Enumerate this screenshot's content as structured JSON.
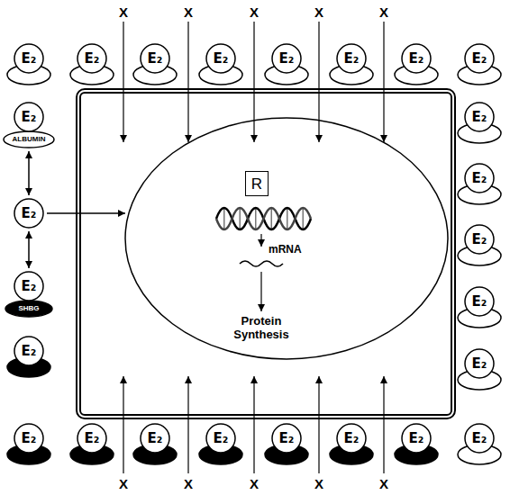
{
  "diagram": {
    "nodes": [
      {
        "text": [
          "E₂"
        ]
      },
      {
        "text": [
          "E₂"
        ]
      },
      {
        "text": [
          "E₂"
        ]
      },
      {
        "text": [
          "E₂"
        ]
      },
      {
        "text": [
          "E₂"
        ]
      },
      {
        "text": [
          "E₂"
        ]
      },
      {
        "text": [
          "E₂"
        ]
      },
      {
        "text": [
          "E₂"
        ]
      },
      {
        "text": [
          "E₂"
        ]
      },
      {
        "text": [
          "ALBUMIN"
        ]
      },
      {
        "text": [
          "E₂"
        ]
      },
      {
        "text": [
          "E₂"
        ]
      },
      {
        "text": [
          "SHBG"
        ]
      },
      {
        "text": [
          "E₂"
        ]
      },
      {
        "text": []
      },
      {
        "text": [
          "mRNA",
          "Protein Synthesis"
        ],
        "in": 14
      },
      {
        "text": [
          "R"
        ],
        "in": 15
      },
      {
        "text": [
          "E₂"
        ]
      },
      {
        "text": [
          "E₂"
        ]
      },
      {
        "text": [
          "E₂"
        ]
      },
      {
        "text": [
          "E₂"
        ]
      },
      {
        "text": [
          "E₂"
        ]
      },
      {
        "text": [
          "E₂"
        ]
      },
      {
        "text": [
          "E₂"
        ]
      },
      {
        "text": [
          "E₂"
        ]
      },
      {
        "text": [
          "E₂"
        ]
      },
      {
        "text": [
          "E₂"
        ]
      },
      {
        "text": [
          "E₂"
        ]
      },
      {
        "text": [
          "E₂"
        ]
      },
      {
        "text": [
          "E₂"
        ]
      }
    ],
    "edges": [
      {
        "from": 9,
        "to": 10,
        "arrow": "both"
      },
      {
        "from": 10,
        "to": 11,
        "arrow": "both"
      },
      {
        "from": 10,
        "to": 15,
        "arrow": "to"
      }
    ],
    "labels": [
      "X",
      "X",
      "X",
      "X",
      "X",
      "X",
      "X",
      "X",
      "X",
      "X"
    ]
  }
}
